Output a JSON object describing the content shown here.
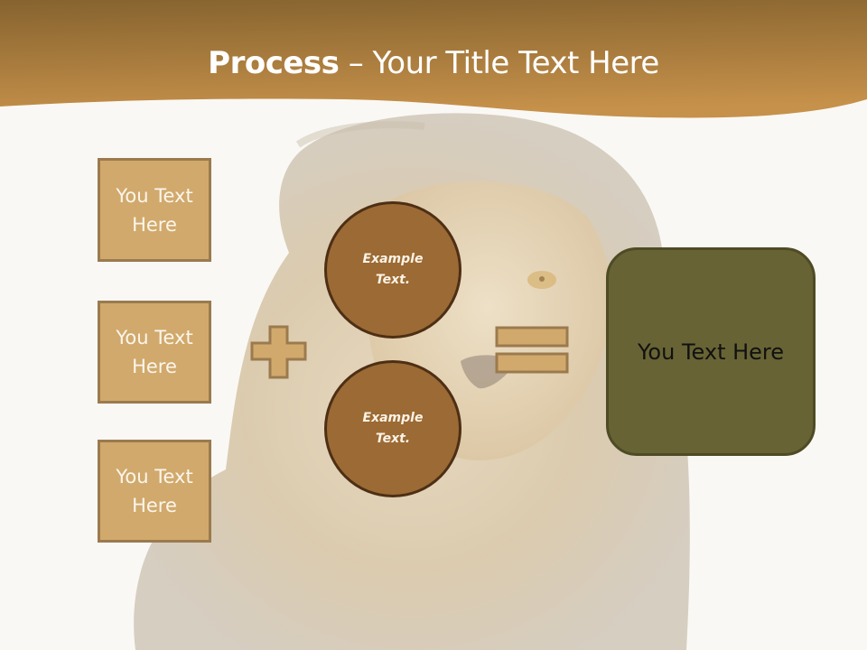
{
  "slide": {
    "title": {
      "bold": "Process",
      "separator": " – ",
      "rest": "Your Title Text Here"
    },
    "left_boxes": [
      {
        "label": "You Text Here"
      },
      {
        "label": "You Text Here"
      },
      {
        "label": "You Text Here"
      }
    ],
    "circles": [
      {
        "label_line1": "Example",
        "label_line2": "Text."
      },
      {
        "label_line1": "Example",
        "label_line2": "Text."
      }
    ],
    "operators": {
      "plus": "plus-icon",
      "equals": "equals-icon"
    },
    "result_box": {
      "label": "You Text Here"
    },
    "colors": {
      "header_dark": "#7f5a2a",
      "header_light": "#c8944a",
      "box_fill": "#d1a96c",
      "box_border": "#9b7a4e",
      "circle_fill": "#9c6a34",
      "circle_border": "#4d2f15",
      "result_fill": "#676334",
      "result_border": "#4e4b25",
      "background": "#faf8f4"
    },
    "background_image": "lion-photo"
  }
}
